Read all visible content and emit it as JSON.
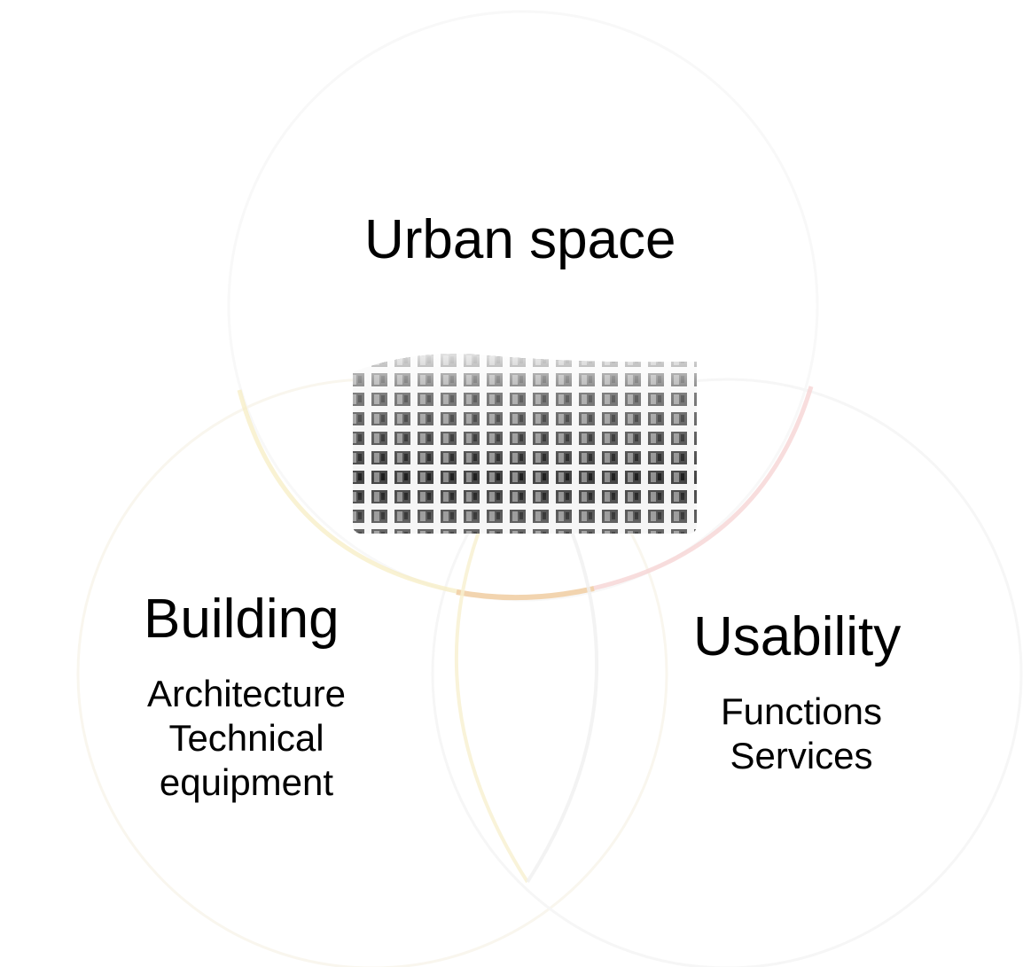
{
  "diagram": {
    "urban_space": {
      "title": "Urban space"
    },
    "building": {
      "title": "Building",
      "lines": [
        "Architecture",
        "Technical",
        "equipment"
      ]
    },
    "usability": {
      "title": "Usability",
      "lines": [
        "Functions",
        "Services"
      ]
    },
    "colors": {
      "urban_circle_edge": "#f4c8c8",
      "building_circle_edge": "#f5e6a8",
      "usability_circle_edge": "#eeeeee",
      "intersection_orange": "#f0c89a",
      "photo_dark": "#222222",
      "photo_light": "#f2f2f2"
    }
  }
}
